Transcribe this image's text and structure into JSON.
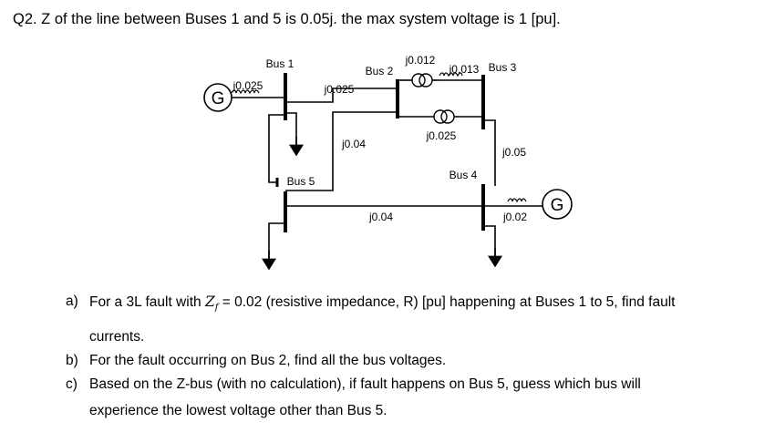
{
  "question": {
    "title": "Q2. Z of the line between Buses 1 and 5 is 0.05j. the max system voltage is 1 [pu]."
  },
  "diagram": {
    "buses": {
      "bus1": "Bus 1",
      "bus2": "Bus 2",
      "bus3": "Bus 3",
      "bus4": "Bus 4",
      "bus5": "Bus 5"
    },
    "generator_symbol": "G",
    "impedances": {
      "gen1_trans": "j0.025",
      "line_1_2": "j0.025",
      "line_2_5": "j0.04",
      "line_5_4": "j0.04",
      "trans_2_3_top_a": "j0.012",
      "trans_2_3_top_b": "j0.013",
      "trans_2_3_bottom": "j0.025",
      "line_3_4": "j0.05",
      "gen4_trans": "j0.02"
    }
  },
  "questions": {
    "a": {
      "letter": "a)",
      "text_before": "For a 3L fault with",
      "zf_symbol": "Z",
      "zf_sub": "f",
      "text_after": "= 0.02 (resistive impedance, R) [pu] happening at Buses 1 to 5, find fault",
      "text_cont": "currents."
    },
    "b": {
      "letter": "b)",
      "text": "For the fault occurring on Bus 2, find all the bus voltages."
    },
    "c": {
      "letter": "c)",
      "text_line1": "Based on the Z-bus (with no calculation), if fault happens on Bus 5, guess which bus will",
      "text_line2": "experience the lowest voltage other than Bus 5."
    }
  }
}
